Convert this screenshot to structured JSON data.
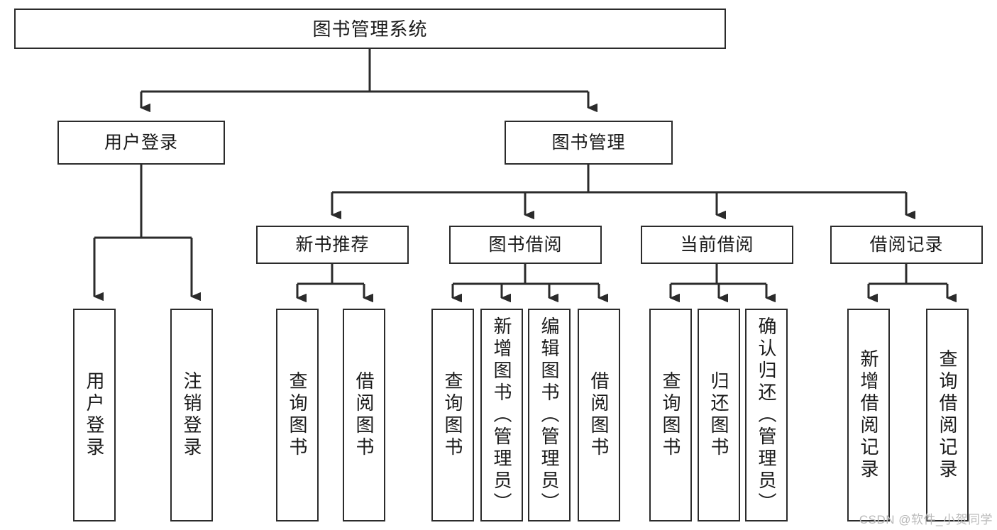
{
  "diagram": {
    "title": "图书管理系统",
    "watermark": "CSDN @软件_小贺同学",
    "colors": {
      "stroke": "#2b2b2b",
      "fill": "#ffffff",
      "text": "#1a1a1a",
      "watermark": "#b9b9b9"
    },
    "root": {
      "id": "root",
      "label": "图书管理系统"
    },
    "branches": [
      {
        "id": "user-login",
        "label": "用户登录"
      },
      {
        "id": "book-manage",
        "label": "图书管理"
      }
    ],
    "subbranches": [
      {
        "id": "new-book-recommend",
        "label": "新书推荐"
      },
      {
        "id": "book-borrow",
        "label": "图书借阅"
      },
      {
        "id": "current-borrow",
        "label": "当前借阅"
      },
      {
        "id": "borrow-record",
        "label": "借阅记录"
      }
    ],
    "leaves": [
      {
        "id": "leaf-user-login",
        "label": "用户登录",
        "parent": "user-login"
      },
      {
        "id": "leaf-user-logout",
        "label": "注销登录",
        "parent": "user-login"
      },
      {
        "id": "leaf-query-book-1",
        "label": "查询图书",
        "parent": "new-book-recommend"
      },
      {
        "id": "leaf-borrow-book-1",
        "label": "借阅图书",
        "parent": "new-book-recommend"
      },
      {
        "id": "leaf-query-book-2",
        "label": "查询图书",
        "parent": "book-borrow"
      },
      {
        "id": "leaf-add-book",
        "label": "新增图书（管理员）",
        "parent": "book-borrow"
      },
      {
        "id": "leaf-edit-book",
        "label": "编辑图书（管理员）",
        "parent": "book-borrow"
      },
      {
        "id": "leaf-borrow-book-2",
        "label": "借阅图书",
        "parent": "book-borrow"
      },
      {
        "id": "leaf-query-book-3",
        "label": "查询图书",
        "parent": "current-borrow"
      },
      {
        "id": "leaf-return-book",
        "label": "归还图书",
        "parent": "current-borrow"
      },
      {
        "id": "leaf-confirm-return",
        "label": "确认归还（管理员）",
        "parent": "current-borrow"
      },
      {
        "id": "leaf-add-record",
        "label": "新增借阅记录",
        "parent": "borrow-record"
      },
      {
        "id": "leaf-query-record",
        "label": "查询借阅记录",
        "parent": "borrow-record"
      }
    ]
  }
}
